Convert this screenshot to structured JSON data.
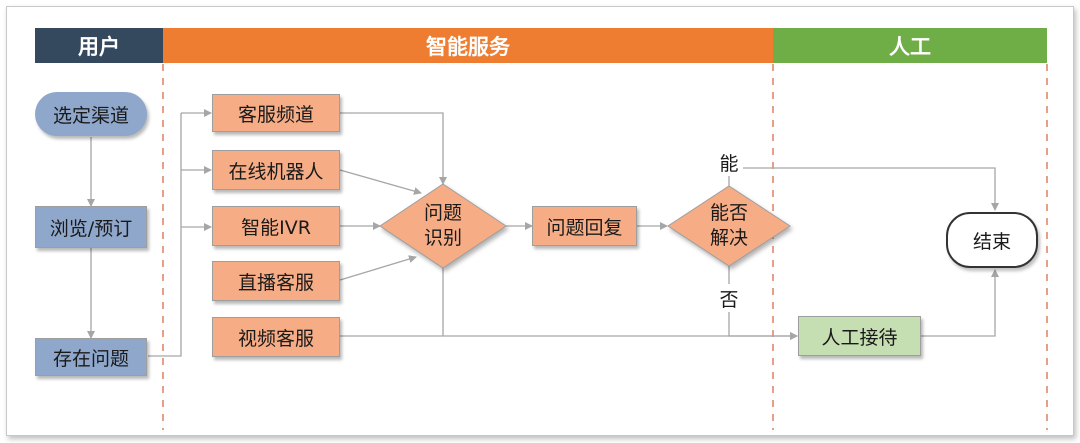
{
  "lanes": {
    "user": {
      "label": "用户",
      "color": "#34495e"
    },
    "smart": {
      "label": "智能服务",
      "color": "#ee7d31"
    },
    "human": {
      "label": "人工",
      "color": "#6fad46"
    }
  },
  "user_steps": {
    "select_channel": "选定渠道",
    "browse_book": "浏览/预订",
    "has_issue": "存在问题"
  },
  "channels": {
    "customer_service_channel": "客服频道",
    "online_robot": "在线机器人",
    "smart_ivr": "智能IVR",
    "live_service": "直播客服",
    "video_service": "视频客服"
  },
  "decision_identify": {
    "line1": "问题",
    "line2": "识别"
  },
  "reply": "问题回复",
  "decision_resolve": {
    "line1": "能否",
    "line2": "解决"
  },
  "branch": {
    "yes": "能",
    "no": "否"
  },
  "human_reception": "人工接待",
  "end": "结束",
  "colors": {
    "node_orange": "#f6ad86",
    "node_green": "#c5dfb3",
    "node_user": "#8ea7ca",
    "connector": "#a6a6a6",
    "divider": "#e6a08a"
  }
}
